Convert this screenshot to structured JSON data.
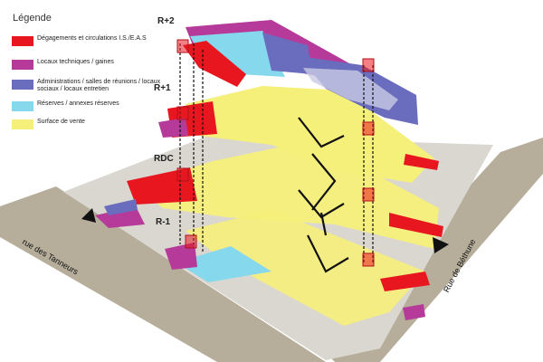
{
  "legend": {
    "title": "Légende",
    "items": [
      {
        "label": "Dégagements et circulations I.S./E.A.S",
        "color": "#e8171f"
      },
      {
        "label": "Locaux techniques / gaines",
        "color": "#b63a9a"
      },
      {
        "label": "Administrations / salles de réunions / locaux sociaux / locaux entretien",
        "color": "#6a6cbd"
      },
      {
        "label": "Réserves / annexes réserves",
        "color": "#86d8ec"
      },
      {
        "label": "Surface de vente",
        "color": "#f5f07a"
      }
    ]
  },
  "floors": {
    "r2": "R+2",
    "r1": "R+1",
    "rdc": "RDC",
    "r_1": "R-1"
  },
  "streets": {
    "tanneurs": "rue des Tanneurs",
    "bethune": "Rue de Béthune"
  },
  "colors": {
    "street": "#b6ae9b",
    "ground": "#dad7d0",
    "red": "#e8171f",
    "purple": "#b63a9a",
    "admin": "#6a6cbd",
    "cyan": "#86d8ec",
    "yellow": "#f5f07a"
  }
}
